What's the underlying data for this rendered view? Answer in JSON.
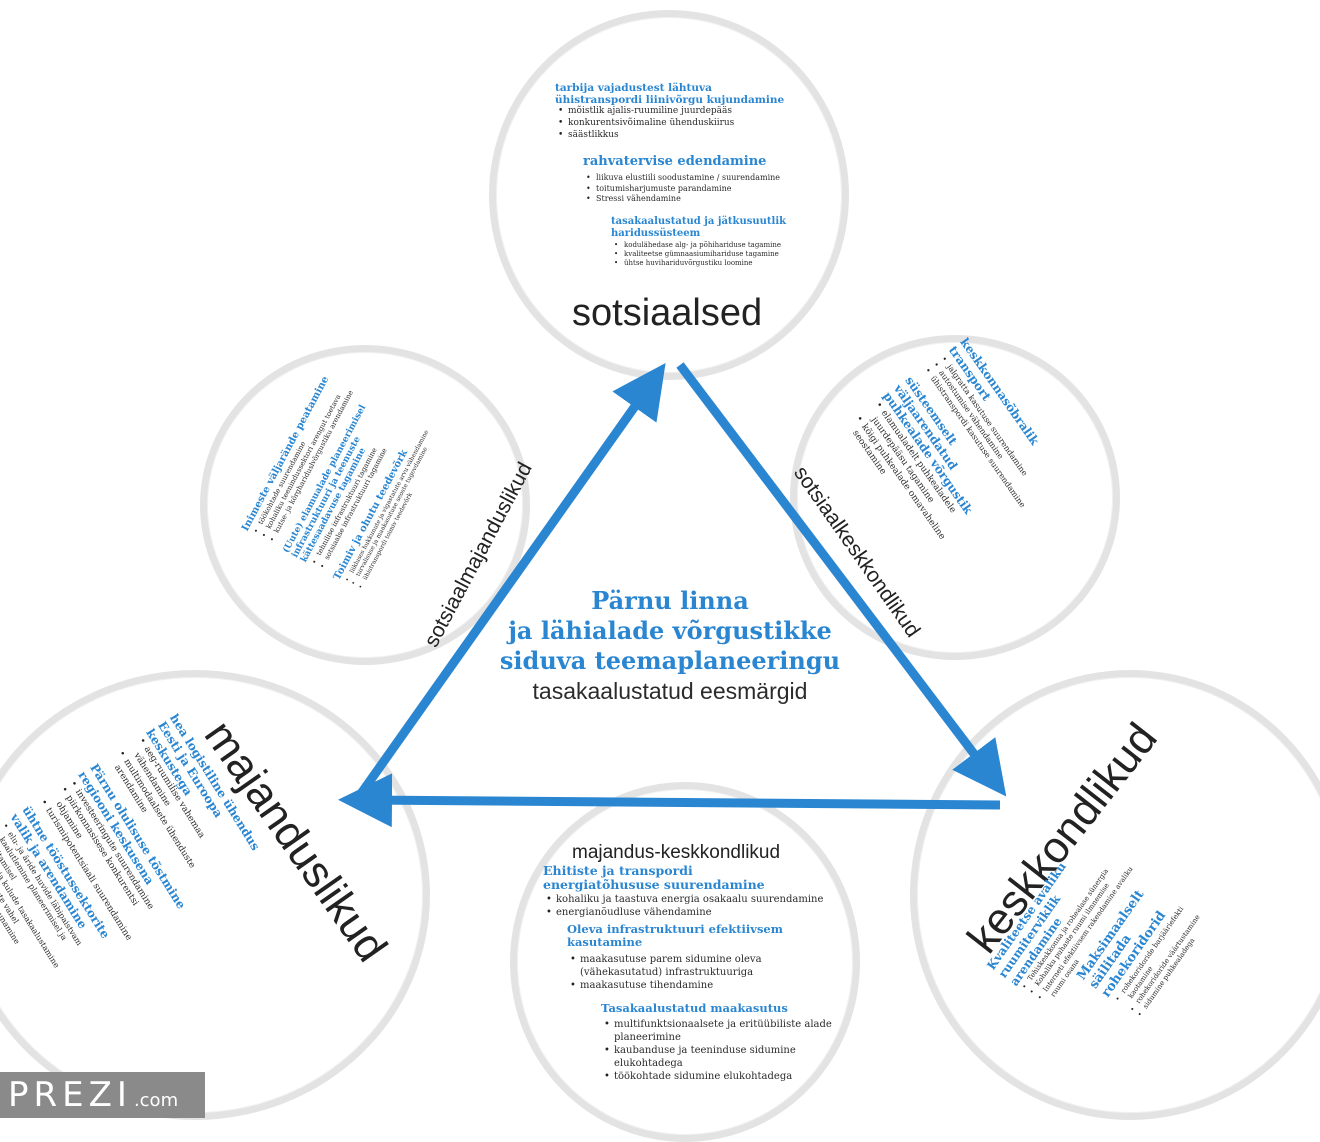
{
  "title": {
    "line1": "Pärnu linna",
    "line2": "ja lähialade võrgustikke",
    "line3": "siduva teemaplaneeringu",
    "line4": "tasakaalustatud eesmärgid"
  },
  "colors": {
    "accent": "#2a86d1",
    "circle_border": "#e3e3e3",
    "arrow": "#2a86d1"
  },
  "social": {
    "label": "sotsiaalsed",
    "h1": "tarbija vajadustest lähtuva ühistranspordi liinivõrgu kujundamine",
    "b1": [
      "mõistlik ajalis-ruumiline juurdepääs",
      "konkurentsivõimaline ühenduskiirus",
      "säästlikkus"
    ],
    "h2": "rahvatervise edendamine",
    "b2": [
      "liikuva elustiili soodustamine / suurendamine",
      "toitumisharjumuste parandamine",
      "Stressi vähendamine"
    ],
    "h3": "tasakaalustatud ja jätkusuutlik haridussüsteem",
    "b3": [
      "kodulähedase alg- ja põhihariduse tagamine",
      "kvaliteetse gümnaasiumihariduse tagamine",
      "ühtse huvihariduvõrgustiku loomine"
    ]
  },
  "socioeconomic": {
    "label": "sotsiaalmajanduslikud",
    "h1": "Inimeste väljarände peatamine",
    "b1": [
      "töökohtade suurendamine",
      "kohaliku teenindussektori arengut toetava",
      "kutse- ja kõrghariduslvõrgustiku arendamine"
    ],
    "h2": "(Uute) elamualade planeerimisel infrastruktuuri ja teenuste kättesaadavuse tagamine",
    "b2": [
      "tehnilise infrastruktuuri tagamine",
      "sotsiaalse infrastruktuuri tagamine"
    ],
    "h3": "Toimiv ja ohutu teedevõrk",
    "b3": [
      "liikluses hukkunute ja vigastatute arvu vähendamine",
      "turvalisuse ja maakasutuse seoste tugevdamine",
      "ühistranspordi toimiv teedevõrk"
    ]
  },
  "socioenvironmental": {
    "label": "sotsiaalkeskkondlikud",
    "h1": "keskkonnasõbralik transport",
    "b1": [
      "jalgratta kasutuse suurendamine",
      "autostumise vähendamine",
      "ühistranspordi kasutuse suurendamine"
    ],
    "h2": "süsteemselt väljaarendatud puhkealade võrgustik",
    "b2": [
      "elamualadelt puhkealadele juurdepääsu tagamine",
      "kõigi puhkealade omavaheline seostamine"
    ]
  },
  "economic": {
    "label": "majanduslikud",
    "h1": "hea logistiline ühendus Eesti ja Euroopa keskustega",
    "b1": [
      "aeg-ruumilise vahemaa vähendamine",
      "multimodaalsete ühenduste arendamine"
    ],
    "h2": "Pärnu olulisuse tõstmine regiooni keskusena",
    "b2": [
      "investeeringute suurendamine",
      "piirkonnasisese konkurentsi ohjamine",
      "turismipotentsiaali suurendamine"
    ],
    "h3": "ühtne tööstussektorite valik ja arendamine",
    "b3": [
      "elu- ja äride huvide läbipaistvam kaalutlemine planeerimisel ja ehitamisel",
      "tulude ja kulude tasakaalustamine omavalitsuste vahel",
      "tööstusalade suunamine"
    ]
  },
  "economic_environmental": {
    "label": "majandus-keskkondlikud",
    "h1": "Ehitiste ja transpordi energiatõhususe suurendamine",
    "b1": [
      "kohaliku ja taastuva energia osakaalu suurendamine",
      "energianõudluse vähendamine"
    ],
    "h2": "Oleva infrastruktuuri efektiivsem kasutamine",
    "b2": [
      "maakasutuse parem sidumine oleva (vähekasutatud) infrastruktuuriga",
      "maakasutuse tihendamine"
    ],
    "h3": "Tasakaalustatud maakasutus",
    "b3": [
      "multifunktsionaalsete ja eritüübiliste alade planeerimine",
      "kaubanduse ja teeninduse sidumine elukohtadega",
      "töökohtade sidumine elukohtadega"
    ]
  },
  "environmental": {
    "label": "keskkondlikud",
    "h1": "Kvaliteetse avaliku ruumiterviklik arendamine",
    "b1": [
      "Tehiskeskkonna ja rohealase sünergia",
      "Kohaliku puhaste ruumi ilmnemise",
      "Interneti efektiivsem rakendamine avaliku ruumi osana"
    ],
    "h2": "Maksimaalselt säilitada rohekoridorid",
    "b2": [
      "rohekoridoride barjääriefekti kaotamine",
      "rohekoridoride väärtustamine",
      "sidumine puhkealadega"
    ]
  },
  "watermark": {
    "brand": "PREZI",
    "suffix": ".com"
  }
}
